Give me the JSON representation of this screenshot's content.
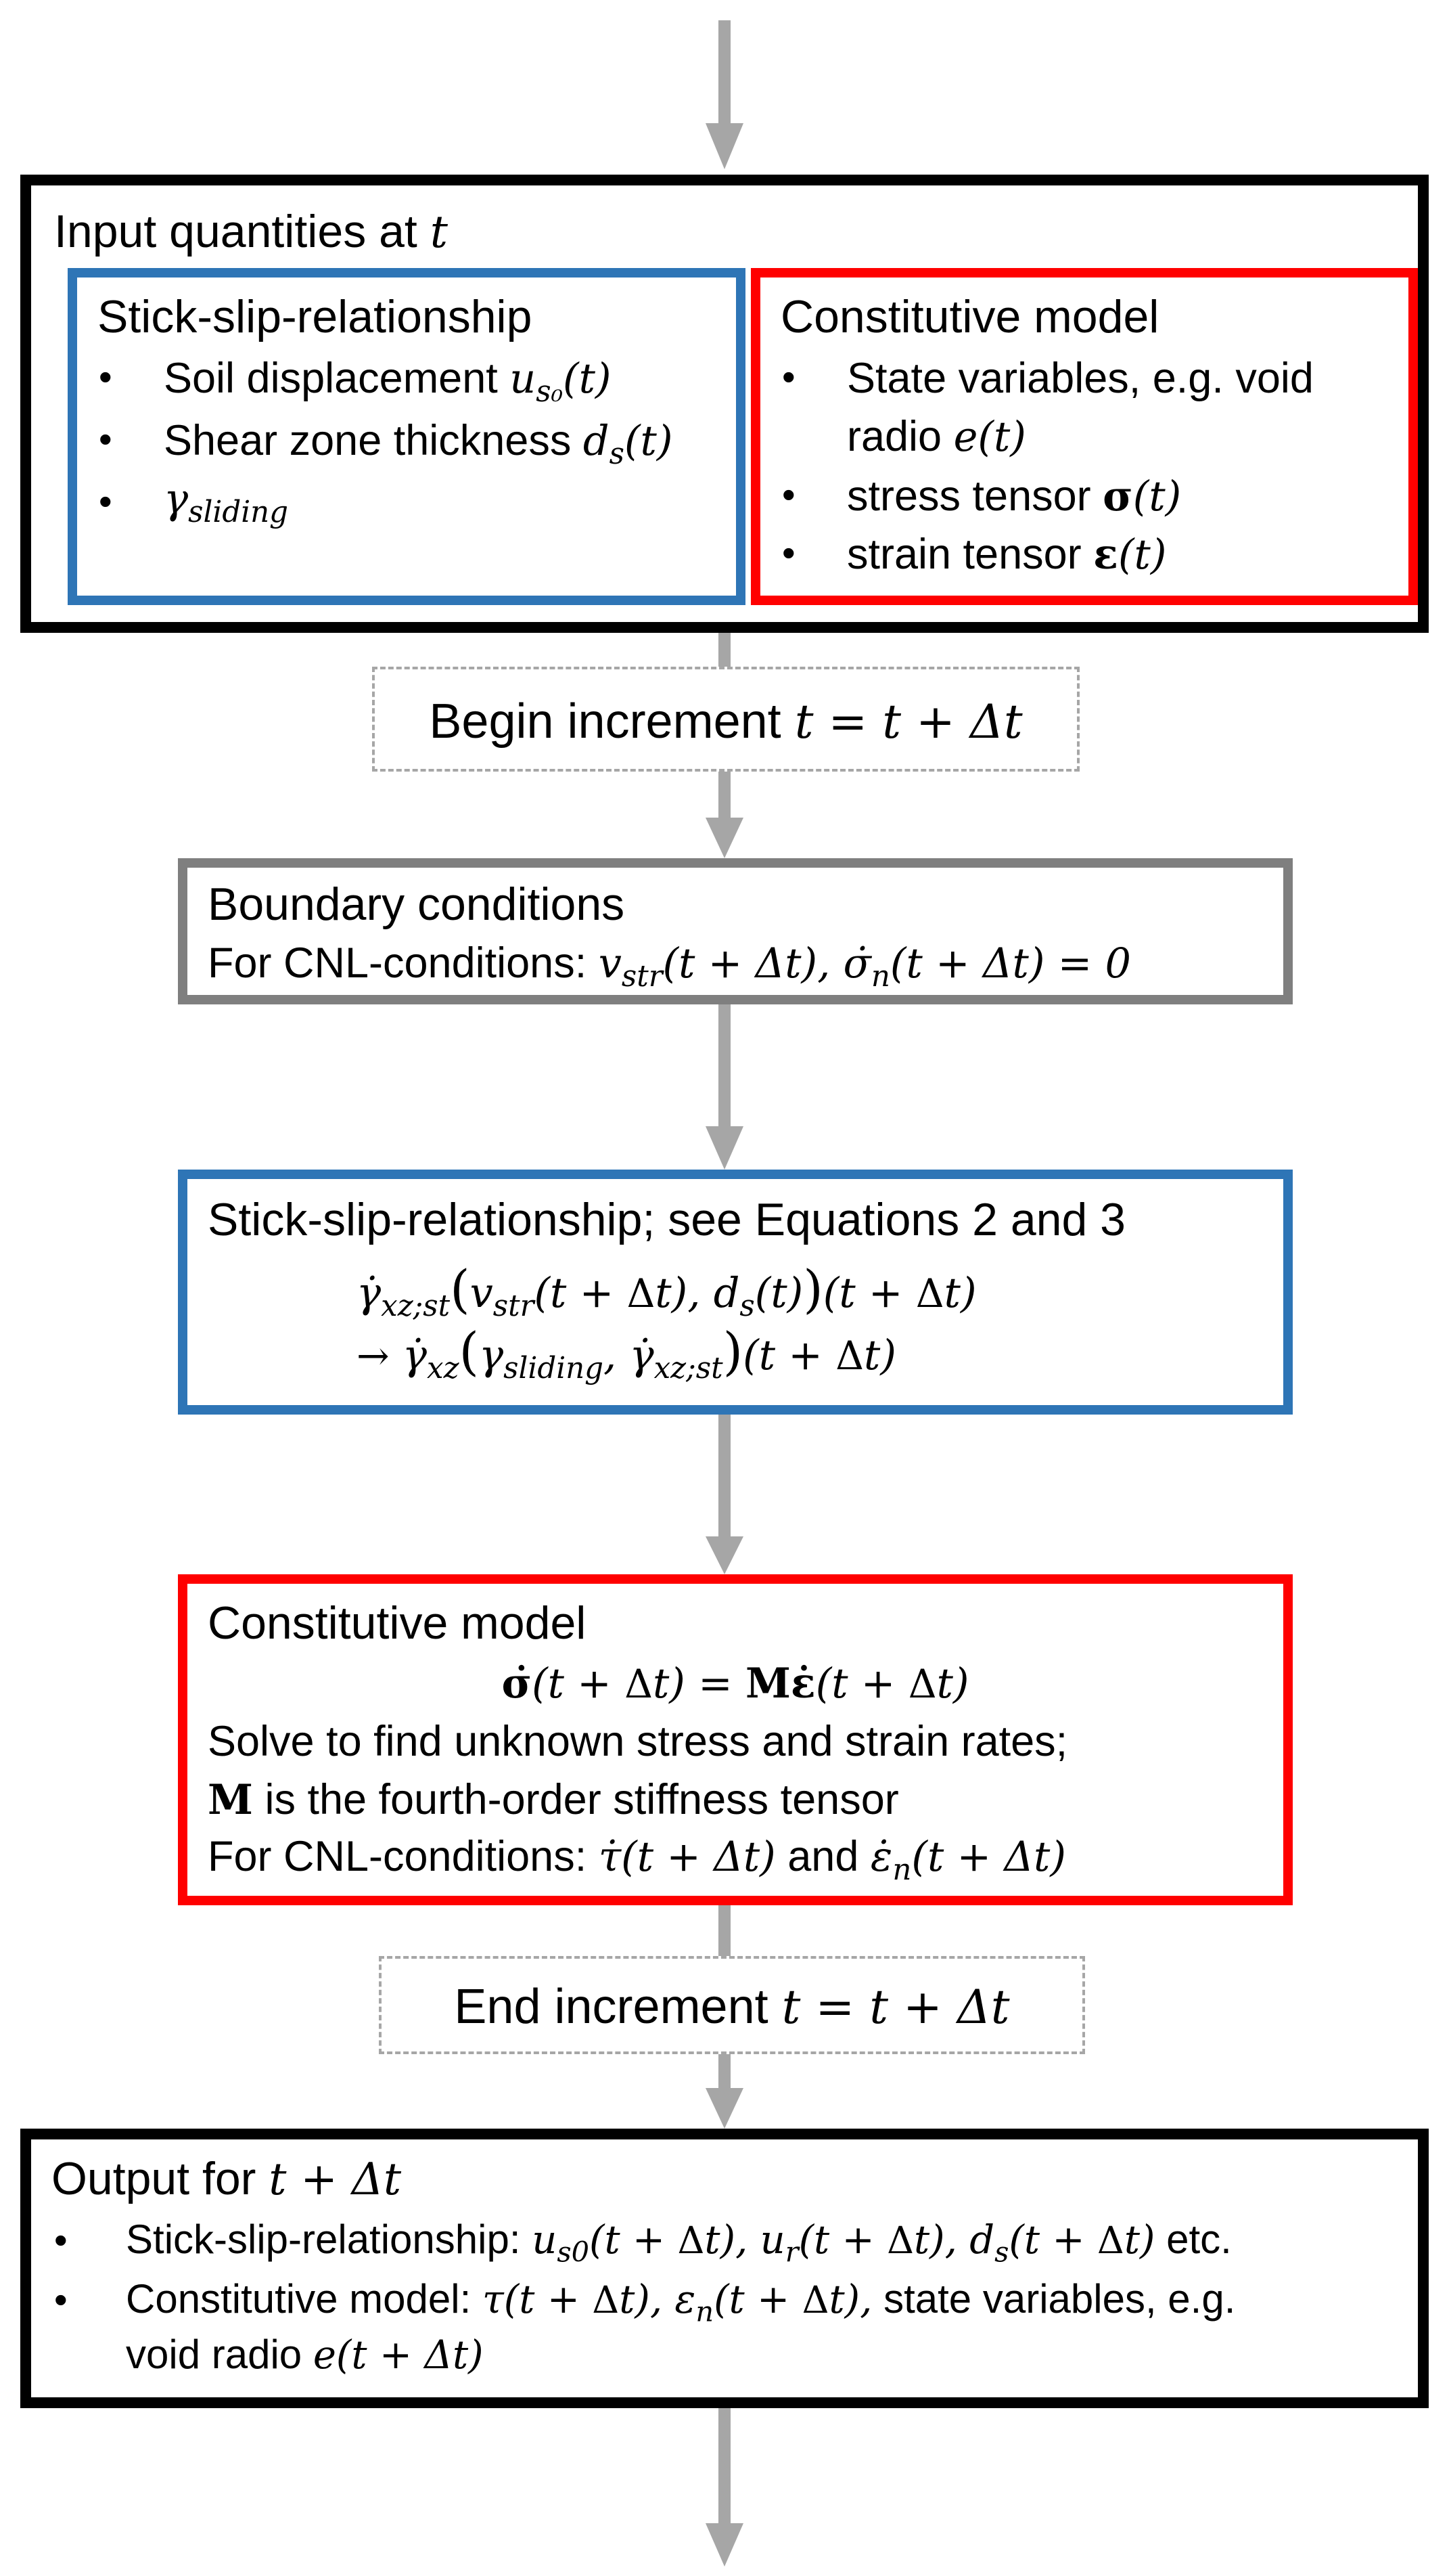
{
  "colors": {
    "black": "#000000",
    "blue": "#2e75b6",
    "red": "#ff0000",
    "gray": "#7f7f7f",
    "dashed": "#a6a6a6",
    "arrow": "#a6a6a6"
  },
  "input": {
    "title": "Input quantities at",
    "title_var": "t",
    "left": {
      "heading": "Stick-slip-relationship",
      "items": [
        {
          "text": "Soil displacement",
          "math": "u",
          "sub": "s₀",
          "tail": "(t)"
        },
        {
          "text": "Shear zone thickness",
          "math": "d",
          "sub": "s",
          "tail": "(t)"
        },
        {
          "text": "",
          "math": "γ",
          "sub": "sliding",
          "tail": ""
        }
      ]
    },
    "right": {
      "heading": "Constitutive model",
      "item1_line1": "State variables, e.g. void",
      "item1_line2": "radio",
      "item1_math": "e(t)",
      "item2_text": "stress tensor",
      "item2_sym": "σ",
      "item2_tail": "(t)",
      "item3_text": "strain tensor",
      "item3_sym": "ε",
      "item3_tail": "(t)"
    }
  },
  "begin": {
    "label": "Begin increment",
    "math": "t = t + Δt"
  },
  "boundary": {
    "heading": "Boundary conditions",
    "line_prefix": "For CNL-conditions:",
    "v": "v",
    "v_sub": "str",
    "v_tail": "(t + Δt),",
    "s_sub": "n",
    "s_tail": "(t + Δt) = 0"
  },
  "stickslip": {
    "heading": "Stick-slip-relationship; see Equations 2 and 3",
    "eq1": "γ̇_xz;st(v_str(t + Δt), d_s(t))(t + Δt)",
    "eq2": "→ γ̇_xz(γ_sliding, γ̇_xz;st)(t + Δt)"
  },
  "constitutive": {
    "heading": "Constitutive model",
    "eq": "σ̇(t + Δt) = Mε̇(t + Δt)",
    "line1": "Solve to find unknown stress and strain rates;",
    "line2_sym": "M",
    "line2": "is the fourth-order stiffness tensor",
    "line3_prefix": "For CNL-conditions:",
    "line3_a": "(t + Δt)",
    "line3_and": "and",
    "line3_b": "(t + Δt)"
  },
  "end": {
    "label": "End increment",
    "math": "t = t + Δt"
  },
  "output": {
    "title": "Output for",
    "title_math": "t + Δt",
    "item1_prefix": "Stick-slip-relationship:",
    "item1_suffix": "etc.",
    "item2_prefix": "Constitutive model:",
    "item2_suffix": "state variables, e.g.",
    "item2_line2": "void radio",
    "item2_line2_math": "e(t + Δt)"
  }
}
